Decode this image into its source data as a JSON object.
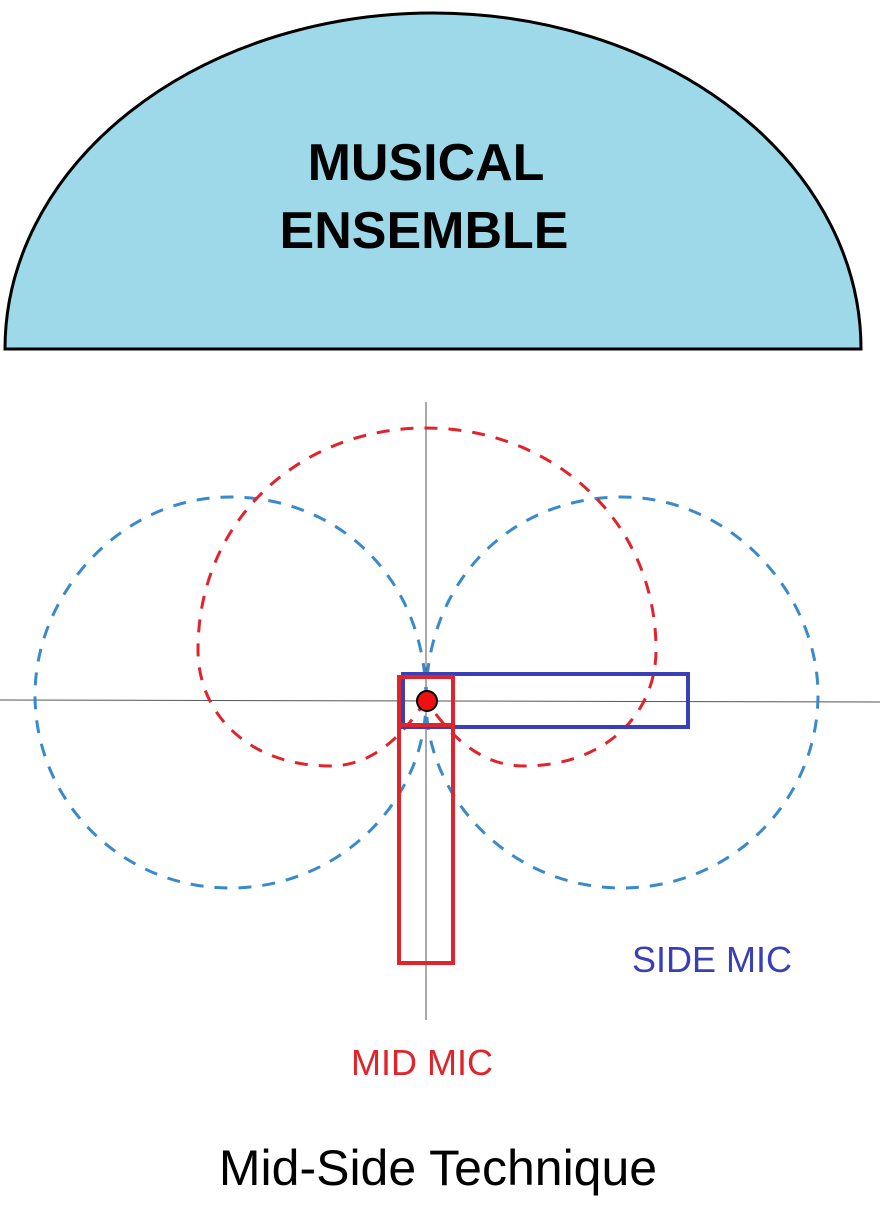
{
  "ensemble": {
    "line1": "MUSICAL",
    "line2": "ENSEMBLE"
  },
  "labels": {
    "side_mic": "SIDE MIC",
    "mid_mic": "MID MIC"
  },
  "caption": "Mid-Side Technique",
  "colors": {
    "ensemble_fill": "#9dd9e8",
    "mid": "#e0242c",
    "side_mic": "#3a3fb5",
    "side_pattern": "#3a8acb",
    "axis": "#555555"
  }
}
